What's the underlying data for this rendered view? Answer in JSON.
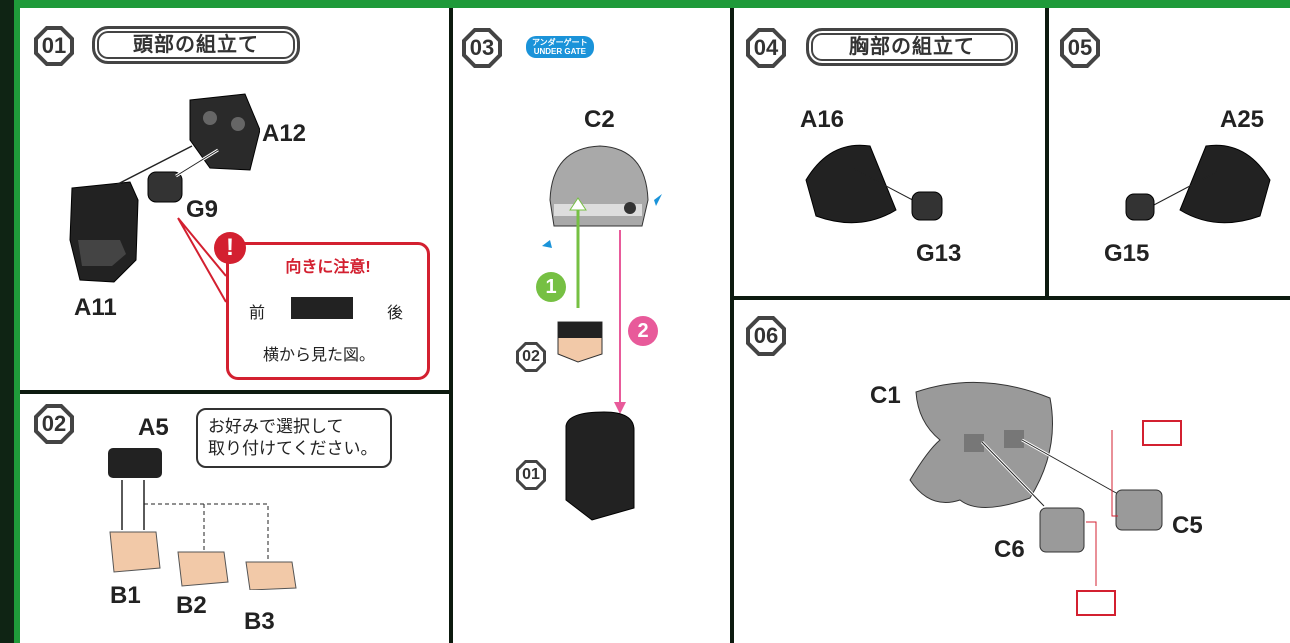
{
  "colors": {
    "frame_green": "#1f9a3a",
    "accent_red": "#d32030",
    "accent_blue": "#1a93d9",
    "arrow_green": "#76c043",
    "arrow_pink": "#e85a9a"
  },
  "step01": {
    "number": "01",
    "title": "頭部の組立て",
    "parts": {
      "a11": "A11",
      "a12": "A12",
      "g9": "G9"
    },
    "note": {
      "title": "向きに注意!",
      "front": "前",
      "back": "後",
      "caption": "横から見た図。",
      "icon": "exclamation-icon"
    }
  },
  "step02": {
    "number": "02",
    "parts": {
      "a5": "A5",
      "b1": "B1",
      "b2": "B2",
      "b3": "B3"
    },
    "bubble_line1": "お好みで選択して",
    "bubble_line2": "取り付けてください。"
  },
  "step03": {
    "number": "03",
    "under_gate_jp": "アンダーゲート",
    "under_gate_en": "UNDER GATE",
    "parts": {
      "c2": "C2"
    },
    "ref_02": "02",
    "ref_01": "01",
    "step1": "1",
    "step2": "2"
  },
  "step04": {
    "number": "04",
    "title": "胸部の組立て",
    "parts": {
      "a16": "A16",
      "g13": "G13"
    }
  },
  "step05": {
    "number": "05",
    "parts": {
      "a25": "A25",
      "g15": "G15"
    }
  },
  "step06": {
    "number": "06",
    "parts": {
      "c1": "C1",
      "c5": "C5",
      "c6": "C6"
    },
    "tag_icon": "sticker-icon"
  }
}
